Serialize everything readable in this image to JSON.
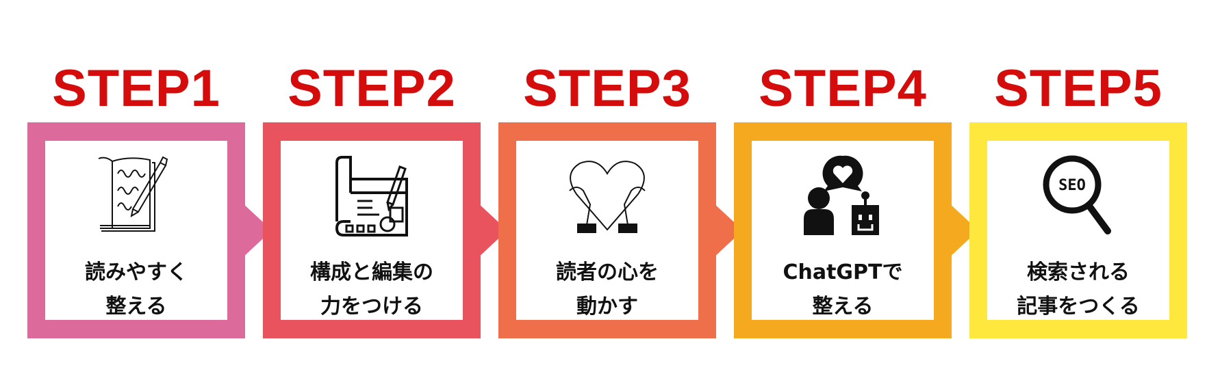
{
  "steps": [
    {
      "title": "STEP1",
      "icon": "notebook-pen-icon",
      "line1": "読みやすく",
      "line2": "整える",
      "color": "#dc6a9a"
    },
    {
      "title": "STEP2",
      "icon": "blueprint-pencil-icon",
      "line1": "構成と編集の",
      "line2": "力をつける",
      "color": "#e9535d"
    },
    {
      "title": "STEP3",
      "icon": "hands-heart-icon",
      "line1": "読者の心を",
      "line2": "動かす",
      "color": "#ee6f4a"
    },
    {
      "title": "STEP4",
      "icon": "person-robot-chat-icon",
      "line1": "ChatGPTで",
      "line2": "整える",
      "color": "#f4a91f"
    },
    {
      "title": "STEP5",
      "icon": "seo-magnifier-icon",
      "line1": "検索される",
      "line2": "記事をつくる",
      "color": "#ffe83e"
    }
  ],
  "seo_text": "SEO",
  "title_color": "#d40c0c"
}
